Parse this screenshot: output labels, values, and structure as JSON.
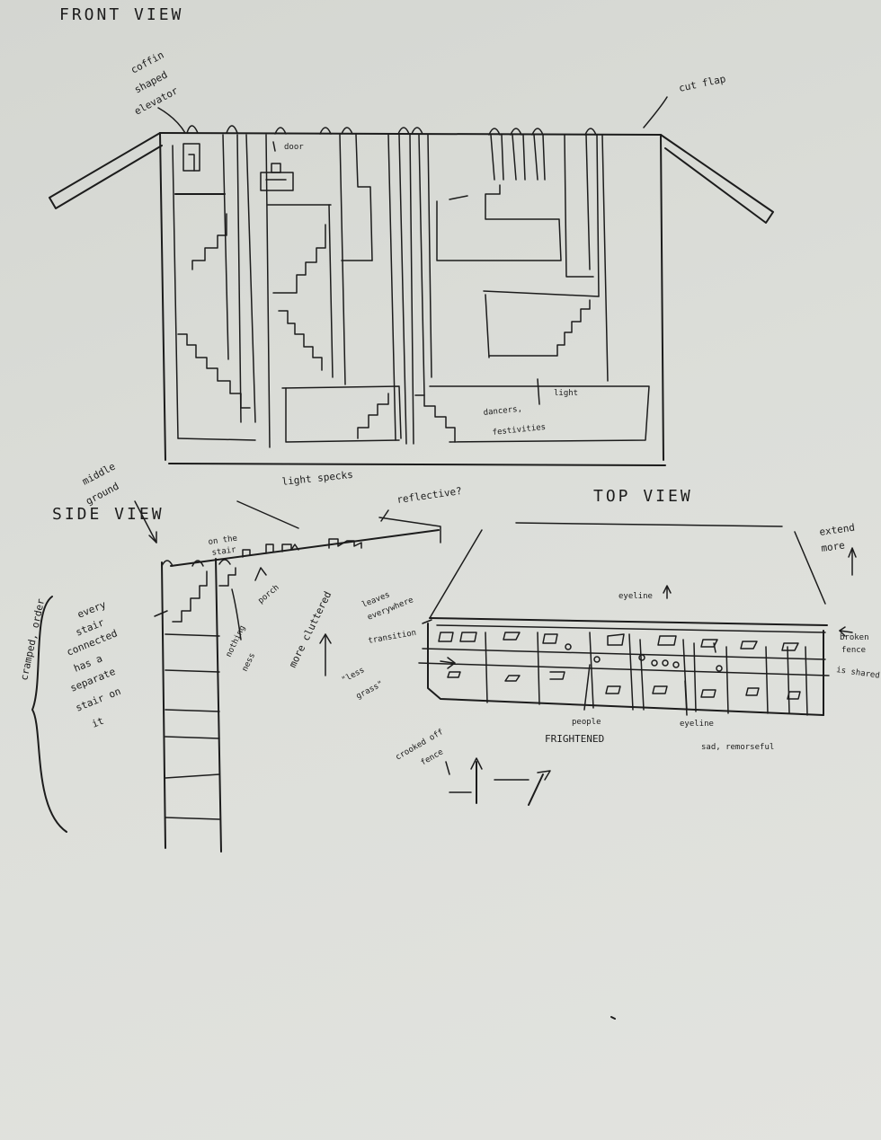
{
  "titles": {
    "front": "FRONT VIEW",
    "side": "SIDE VIEW",
    "top": "TOP VIEW"
  },
  "front_notes": {
    "coffin_1": "coffin",
    "coffin_2": "shaped",
    "coffin_3": "elevator",
    "door": "door",
    "cut_flap": "cut flap",
    "light": "light",
    "dancers_1": "dancers,",
    "dancers_2": "festivities"
  },
  "side_notes": {
    "middle_1": "middle",
    "middle_2": "ground",
    "light_specs": "light specks",
    "reflective": "reflective?",
    "on_stair_1": "on the",
    "on_stair_2": "stair",
    "porch": "porch",
    "nothing_1": "nothing",
    "nothing_2": "ness",
    "stair_1": "every",
    "stair_2": "stair",
    "stair_3": "connected",
    "stair_4": "has a",
    "stair_5": "separate",
    "stair_6": "stair on",
    "stair_7": "it",
    "more_cluttered": "more cluttered",
    "cramped": "cramped, order"
  },
  "top_notes": {
    "extend_1": "extend",
    "extend_2": "more",
    "eyeline_top": "eyeline",
    "leaves_1": "leaves",
    "leaves_2": "everywhere",
    "transition": "transition",
    "less_1": "\"less",
    "less_2": "grass\"",
    "broken_1": "broken",
    "broken_2": "fence",
    "broken_3": "is shared",
    "people": "people",
    "frightened": "FRIGHTENED",
    "eyeline_bottom": "eyeline",
    "sad": "sad, remorseful",
    "fence_1": "crooked off",
    "fence_2": "fence"
  }
}
